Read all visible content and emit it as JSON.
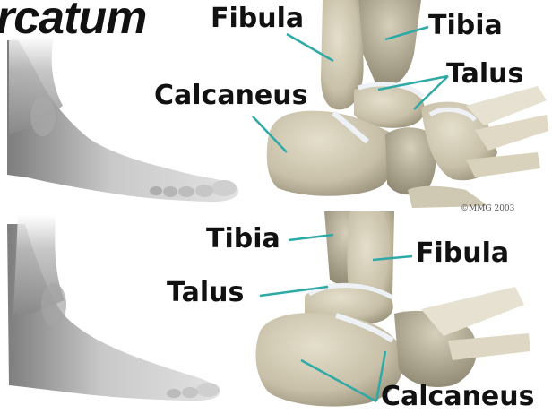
{
  "title": "rcatum",
  "colors": {
    "leader_line": "#2fa9a6",
    "bone": "#cfc8b2",
    "bone_shadow": "#9c957f",
    "cartilage": "#e8eef4",
    "skin_light": "#d9d9d9",
    "skin_dark": "#8e8e8e"
  },
  "top_panel": {
    "labels": {
      "fibula": "Fibula",
      "tibia": "Tibia",
      "talus": "Talus",
      "calcaneus": "Calcaneus"
    },
    "credit": "©MMG 2003"
  },
  "bottom_panel": {
    "labels": {
      "tibia": "Tibia",
      "fibula": "Fibula",
      "talus": "Talus",
      "calcaneus": "Calcaneus"
    }
  }
}
